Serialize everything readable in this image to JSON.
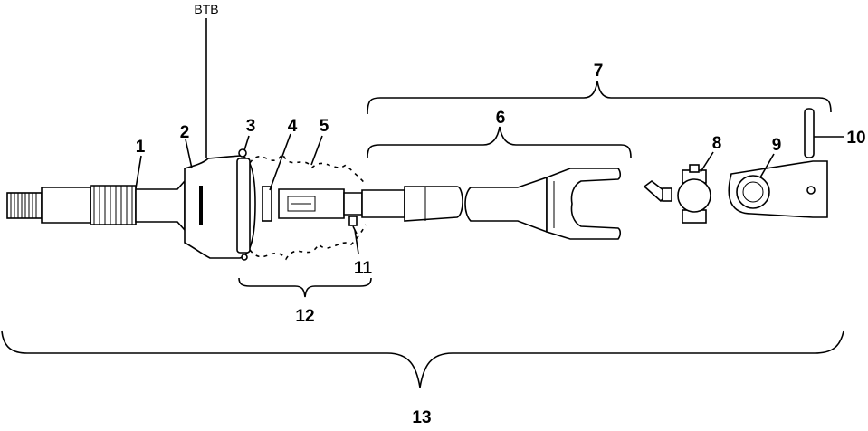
{
  "callouts": {
    "btb": "BTB",
    "c1": "1",
    "c2": "2",
    "c3": "3",
    "c4": "4",
    "c5": "5",
    "c6": "6",
    "c7": "7",
    "c8": "8",
    "c9": "9",
    "c10": "10",
    "c11": "11",
    "c12": "12",
    "c13": "13"
  }
}
